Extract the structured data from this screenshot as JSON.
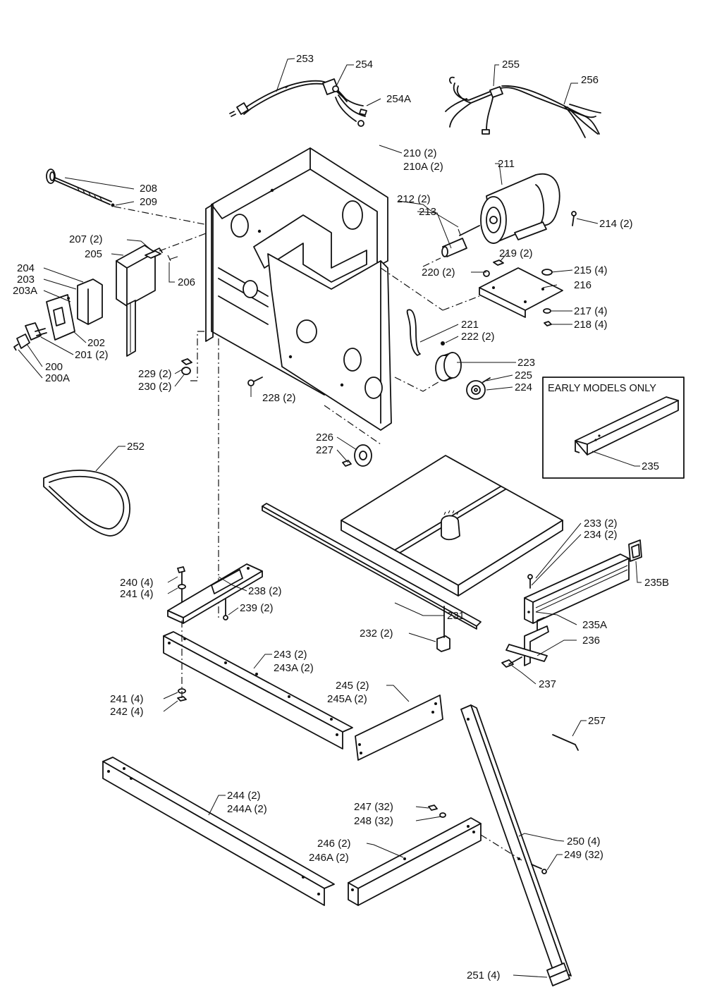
{
  "inset": {
    "title": "EARLY MODELS ONLY",
    "part": "235"
  },
  "labels": {
    "253": "253",
    "254": "254",
    "254A": "254A",
    "255": "255",
    "256": "256",
    "210": "210 (2)",
    "210A": "210A (2)",
    "211": "211",
    "212": "212 (2)",
    "213": "213",
    "214": "214 (2)",
    "208": "208",
    "209": "209",
    "207": "207 (2)",
    "205": "205",
    "206": "206",
    "204": "204",
    "203": "203",
    "203A": "203A",
    "202": "202",
    "201": "201 (2)",
    "200": "200",
    "200A": "200A",
    "219": "219 (2)",
    "220": "220 (2)",
    "215": "215 (4)",
    "216": "216",
    "217": "217 (4)",
    "218": "218 (4)",
    "221": "221",
    "222": "222 (2)",
    "223": "223",
    "225": "225",
    "224": "224",
    "229": "229 (2)",
    "230": "230 (2)",
    "228": "228 (2)",
    "226": "226",
    "227": "227",
    "252": "252",
    "233": "233 (2)",
    "234": "234 (2)",
    "235B": "235B",
    "240": "240 (4)",
    "241a": "241 (4)",
    "238": "238 (2)",
    "239": "239 (2)",
    "231": "231",
    "232": "232 (2)",
    "235A": "235A",
    "236": "236",
    "237": "237",
    "243": "243 (2)",
    "243A": "243A (2)",
    "245": "245 (2)",
    "245A": "245A (2)",
    "241b": "241 (4)",
    "242": "242 (4)",
    "257": "257",
    "244": "244 (2)",
    "244A": "244A (2)",
    "247": "247 (32)",
    "248": "248 (32)",
    "246": "246 (2)",
    "246A": "246A (2)",
    "250": "250 (4)",
    "249": "249 (32)",
    "251": "251 (4)"
  }
}
